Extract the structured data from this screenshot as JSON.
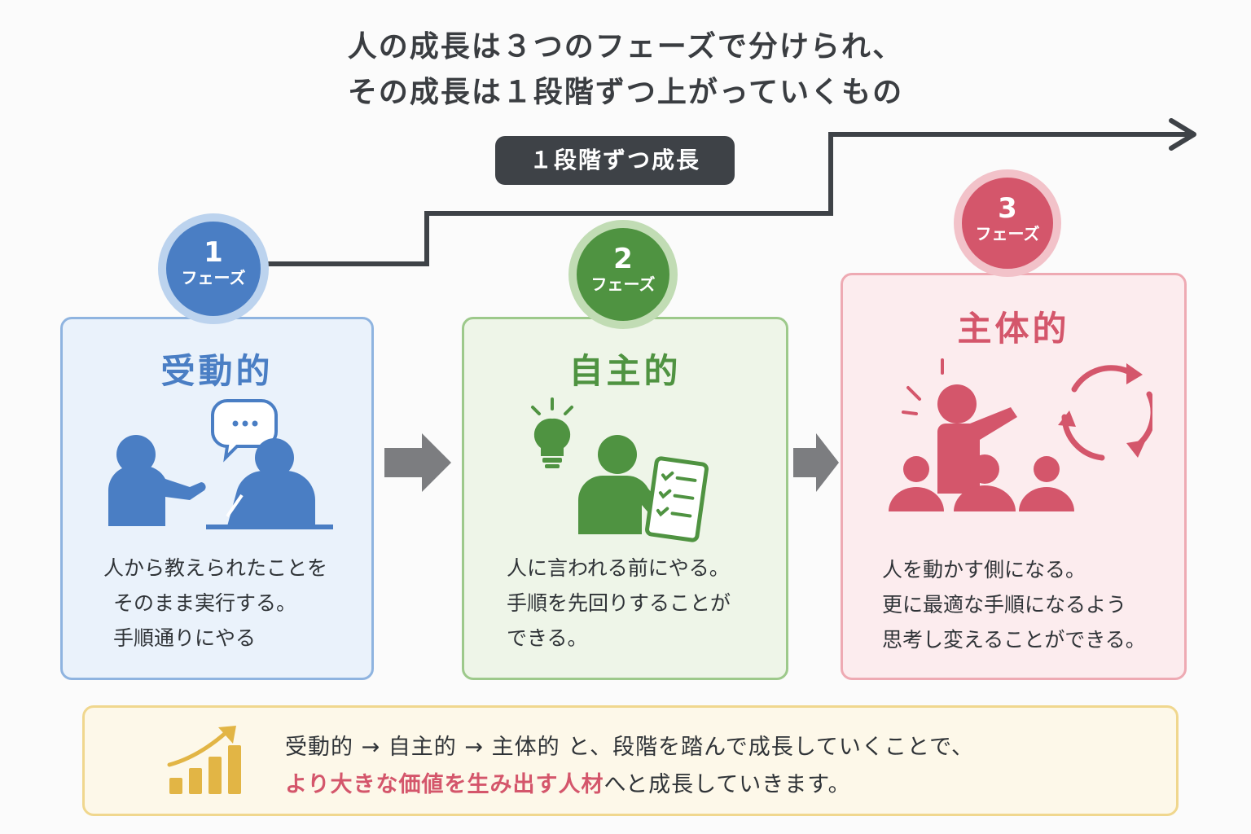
{
  "title": {
    "line1": "人の成長は３つのフェーズで分けられ、",
    "line2": "その成長は１段階ずつ上がっていくもの"
  },
  "growth_label": "１段階ずつ成長",
  "phases": [
    {
      "number": "1",
      "label": "フェーズ",
      "title": "受動的",
      "desc": [
        "人から教えられたことを",
        "そのまま実行する。",
        "手順通りにやる"
      ],
      "icon": "teacher-and-student-icon",
      "color": "#4a7ec4"
    },
    {
      "number": "2",
      "label": "フェーズ",
      "title": "自主的",
      "desc": [
        "人に言われる前にやる。",
        "手順を先回りすることが",
        "できる。"
      ],
      "icon": "person-with-checklist-icon",
      "color": "#4f9341"
    },
    {
      "number": "3",
      "label": "フェーズ",
      "title": "主体的",
      "desc": [
        "人を動かす側になる。",
        "更に最適な手順になるよう",
        "思考し変えることができる。"
      ],
      "icon": "leader-with-team-icon",
      "color": "#d4566b"
    }
  ],
  "summary": {
    "line1": "受動的 → 自主的 → 主体的 と、段階を踏んで成長していくことで、",
    "line2_highlight": "より大きな価値を生み出す人材",
    "line2_rest": "へと成長していきます。",
    "icon": "growth-bar-chart-icon"
  }
}
